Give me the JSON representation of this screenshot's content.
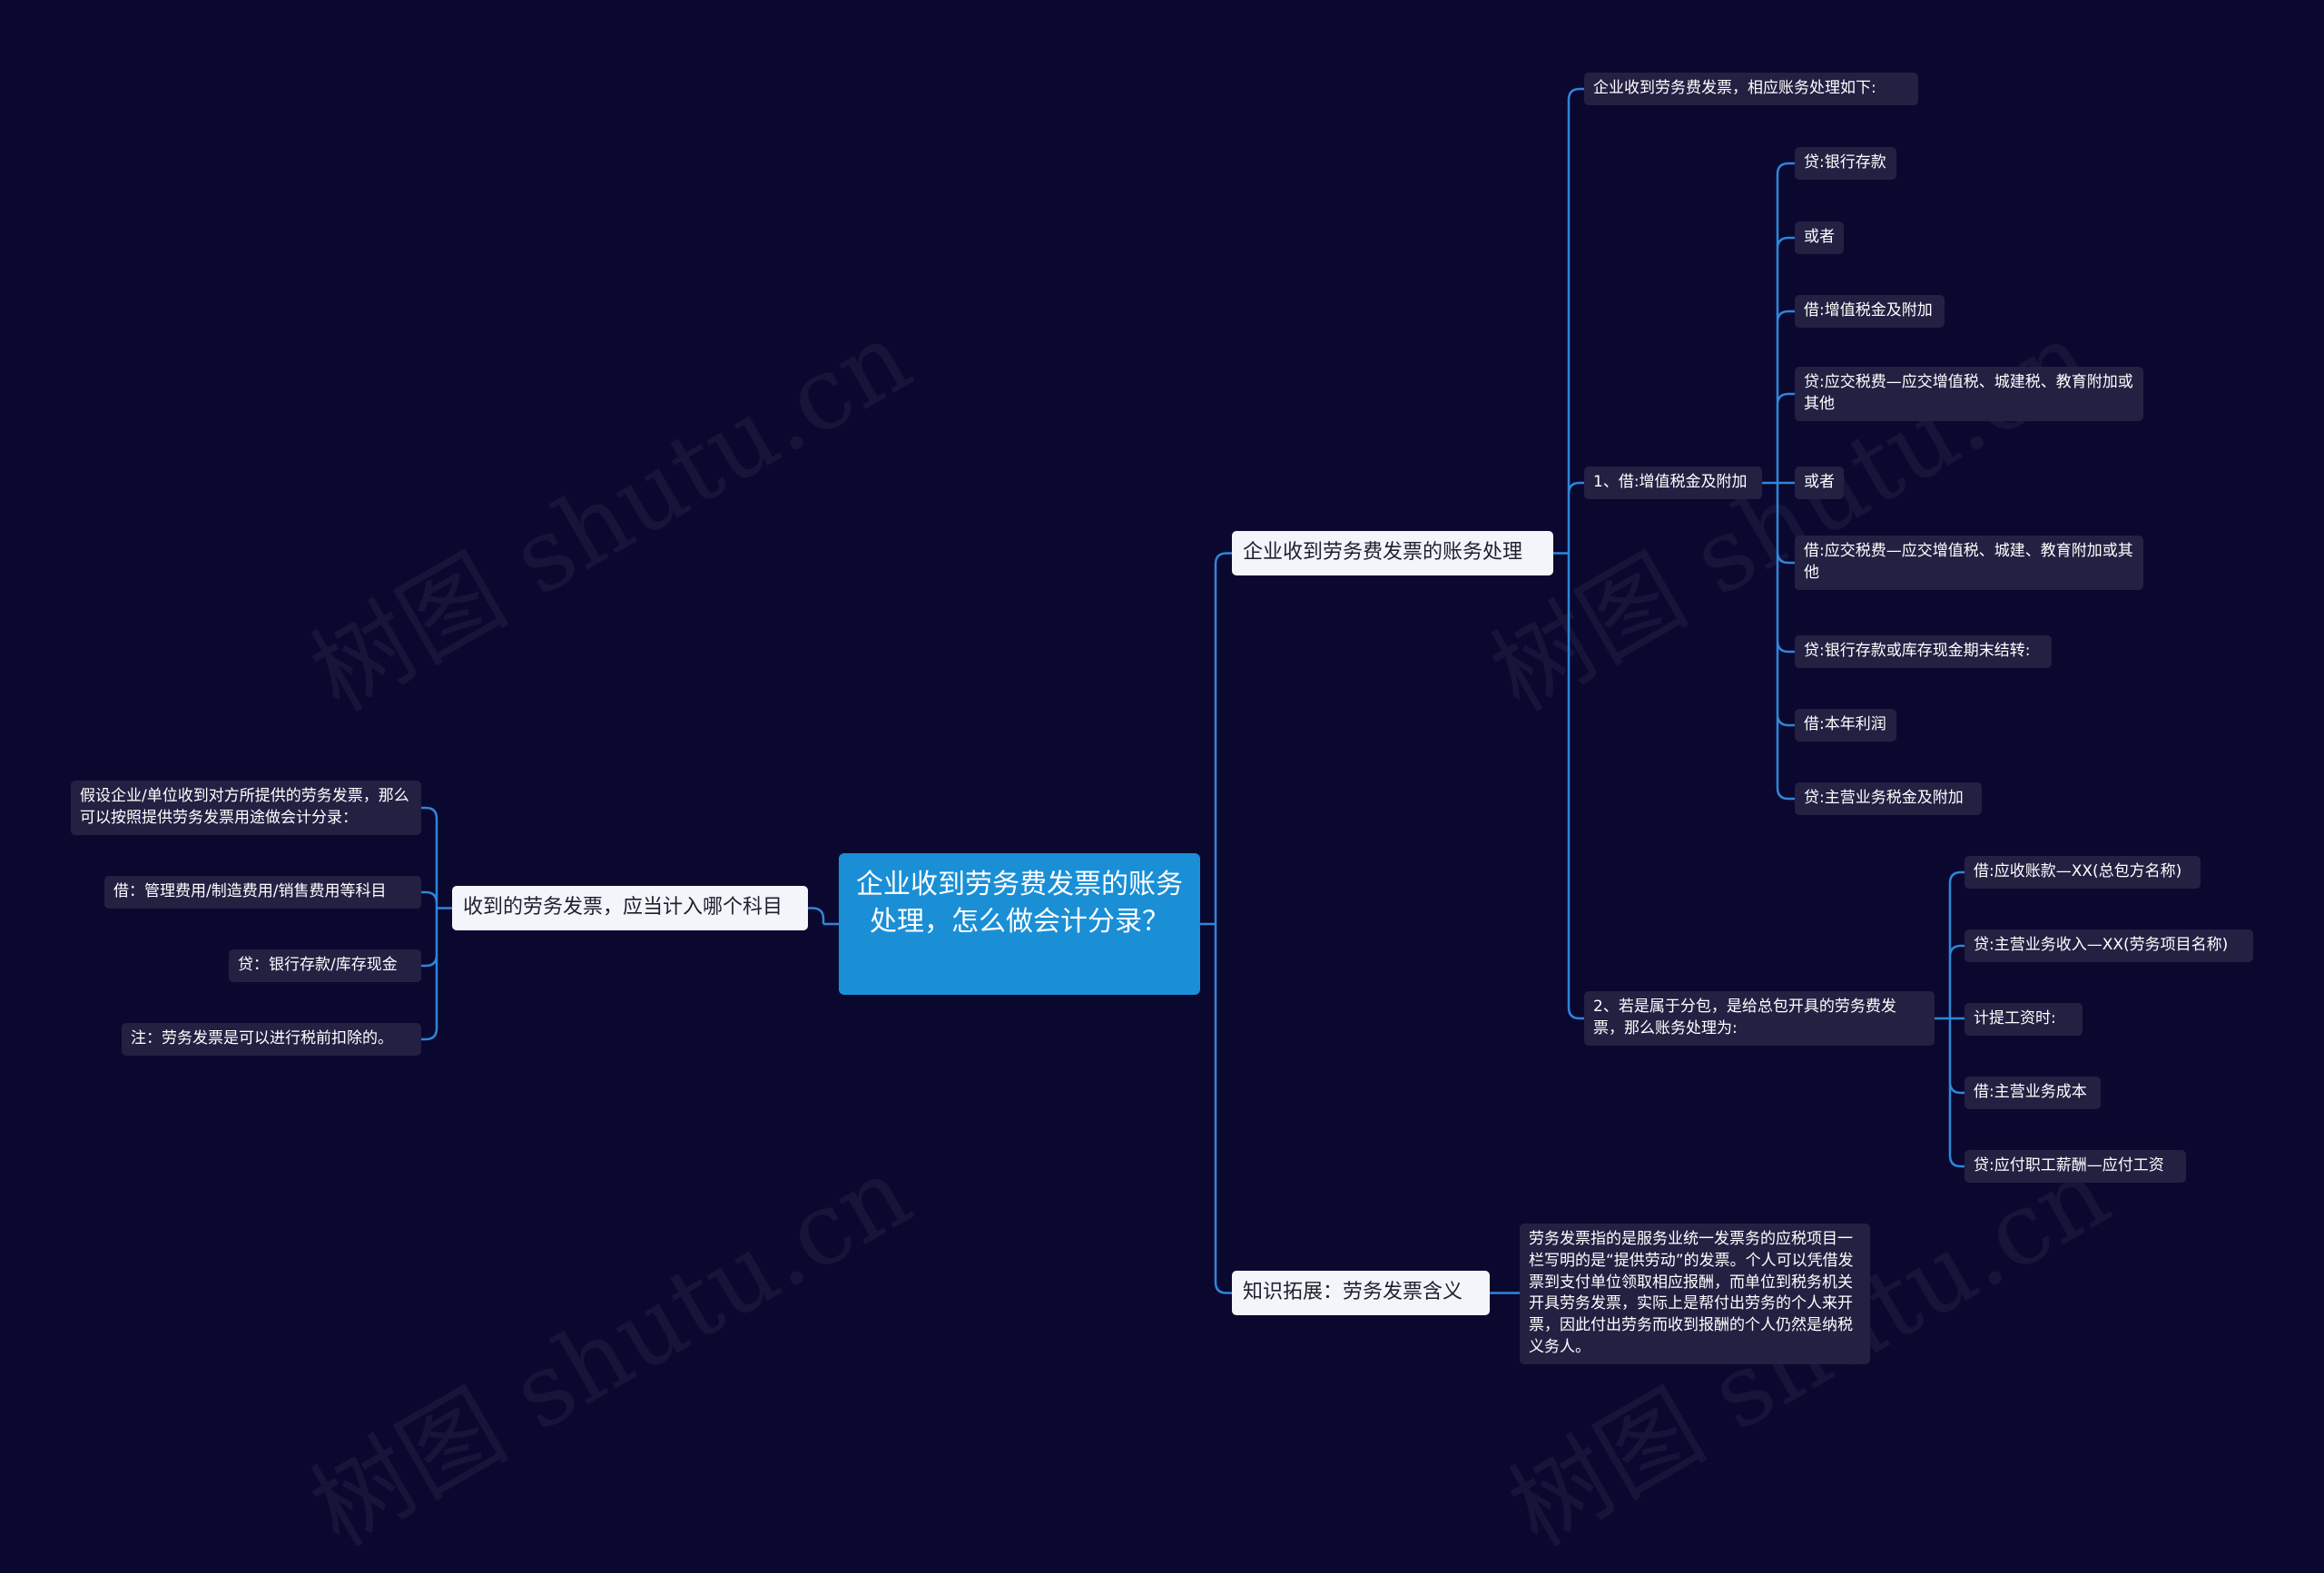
{
  "watermark": "树图 shutu.cn",
  "colors": {
    "background": "#0b0830",
    "root": "#1a8fd6",
    "topic": "#f4f5fb",
    "leaf": "#232042",
    "line": "#2f86d8"
  },
  "root": "企业收到劳务费发票的账务处理，怎么做会计分录？",
  "right": {
    "accounting": {
      "label": "企业收到劳务费发票的账务处理",
      "intro": "企业收到劳务费发票，相应账务处理如下:",
      "item1": {
        "label": "1、借:增值税金及附加",
        "children": [
          "贷:银行存款",
          "或者",
          "借:增值税金及附加",
          "贷:应交税费—应交增值税、城建税、教育附加或其他",
          "或者",
          "借:应交税费—应交增值税、城建、教育附加或其他",
          "贷:银行存款或库存现金期末结转:",
          "借:本年利润",
          "贷:主营业务税金及附加"
        ]
      },
      "item2": {
        "label": "2、若是属于分包，是给总包开具的劳务费发票，那么账务处理为:",
        "children": [
          "借:应收账款—XX(总包方名称)",
          "贷:主营业务收入—XX(劳务项目名称)",
          "计提工资时:",
          "借:主营业务成本",
          "贷:应付职工薪酬—应付工资"
        ]
      }
    },
    "knowledge": {
      "label": "知识拓展：劳务发票含义",
      "detail": "劳务发票指的是服务业统一发票务的应税项目一栏写明的是“提供劳动”的发票。个人可以凭借发票到支付单位领取相应报酬，而单位到税务机关开具劳务发票，实际上是帮付出劳务的个人来开票，因此付出劳务而收到报酬的个人仍然是纳税义务人。"
    }
  },
  "left": {
    "label": "收到的劳务发票，应当计入哪个科目",
    "children": [
      "假设企业/单位收到对方所提供的劳务发票，那么可以按照提供劳务发票用途做会计分录：",
      "借：管理费用/制造费用/销售费用等科目",
      "贷：银行存款/库存现金",
      "注：劳务发票是可以进行税前扣除的。"
    ]
  }
}
